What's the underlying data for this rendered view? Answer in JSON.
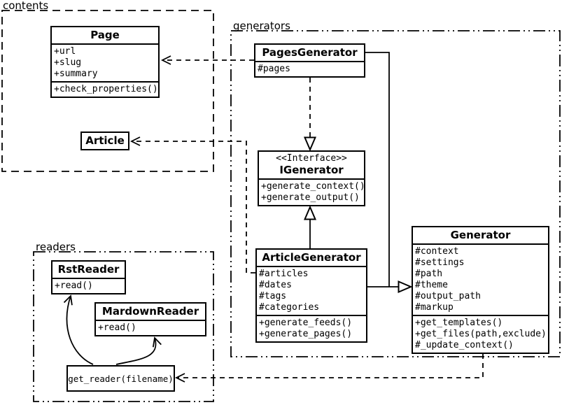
{
  "diagram": {
    "packages": {
      "contents": {
        "label": "contents"
      },
      "generators": {
        "label": "generators"
      },
      "readers": {
        "label": "readers"
      }
    },
    "classes": {
      "page": {
        "name": "Page",
        "attributes": [
          "+url",
          "+slug",
          "+summary"
        ],
        "methods": [
          "+check_properties()"
        ]
      },
      "article": {
        "name": "Article"
      },
      "pages_generator": {
        "name": "PagesGenerator",
        "attributes": [
          "#pages"
        ]
      },
      "igenerator": {
        "stereotype": "<<Interface>>",
        "name": "IGenerator",
        "methods": [
          "+generate_context()",
          "+generate_output()"
        ]
      },
      "article_generator": {
        "name": "ArticleGenerator",
        "attributes": [
          "#articles",
          "#dates",
          "#tags",
          "#categories"
        ],
        "methods": [
          "+generate_feeds()",
          "+generate_pages()"
        ]
      },
      "generator": {
        "name": "Generator",
        "attributes": [
          "#context",
          "#settings",
          "#path",
          "#theme",
          "#output_path",
          "#markup"
        ],
        "methods": [
          "+get_templates()",
          "+get_files(path,exclude)",
          "#_update_context()"
        ]
      },
      "rst_reader": {
        "name": "RstReader",
        "methods": [
          "+read()"
        ]
      },
      "mardown_reader": {
        "name": "MardownReader",
        "methods": [
          "+read()"
        ]
      },
      "get_reader": {
        "name": "get_reader(filename)"
      }
    },
    "relationships": [
      {
        "from": "PagesGenerator",
        "to": "Page",
        "type": "dependency"
      },
      {
        "from": "PagesGenerator",
        "to": "IGenerator",
        "type": "realization"
      },
      {
        "from": "ArticleGenerator",
        "to": "IGenerator",
        "type": "generalization"
      },
      {
        "from": "ArticleGenerator",
        "to": "Generator",
        "type": "generalization"
      },
      {
        "from": "PagesGenerator",
        "to": "Generator",
        "type": "generalization"
      },
      {
        "from": "ArticleGenerator",
        "to": "Article",
        "type": "dependency"
      },
      {
        "from": "Generator",
        "to": "get_reader(filename)",
        "type": "dependency"
      },
      {
        "from": "get_reader(filename)",
        "to": "RstReader",
        "type": "arrow"
      },
      {
        "from": "get_reader(filename)",
        "to": "MardownReader",
        "type": "arrow"
      }
    ],
    "colors": {
      "line": "#000000",
      "background": "#ffffff"
    }
  }
}
